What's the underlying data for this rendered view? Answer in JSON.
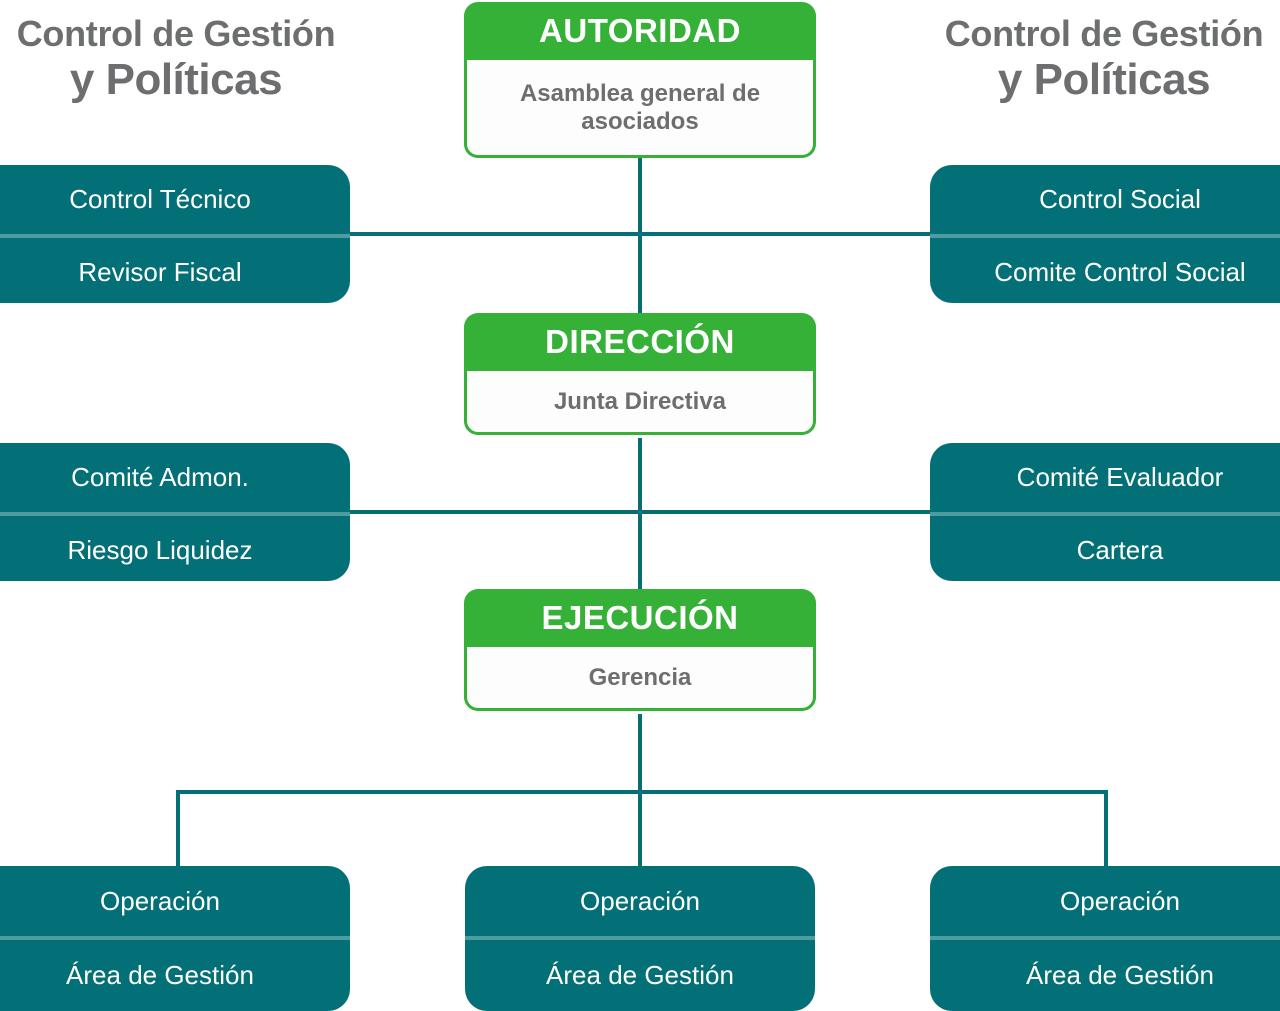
{
  "colors": {
    "green": "#35b137",
    "teal": "#036f76",
    "teal_divider": "#4e9ca2",
    "grey_text": "#6d6e70",
    "white": "#ffffff",
    "background": "#ffffff"
  },
  "headings": {
    "left": {
      "line1": "Control de Gestión",
      "line2": "y Políticas"
    },
    "right": {
      "line1": "Control de Gestión",
      "line2": "y Políticas"
    }
  },
  "levels": [
    {
      "id": "autoridad",
      "title": "AUTORIDAD",
      "subtitle": "Asamblea general de asociados"
    },
    {
      "id": "direccion",
      "title": "DIRECCIÓN",
      "subtitle": "Junta Directiva"
    },
    {
      "id": "ejecucion",
      "title": "EJECUCIÓN",
      "subtitle": "Gerencia"
    }
  ],
  "side_boxes": {
    "row1_left": {
      "top": "Control Técnico",
      "bottom": "Revisor Fiscal"
    },
    "row1_right": {
      "top": "Control Social",
      "bottom": "Comite Control Social"
    },
    "row2_left": {
      "top": "Comité Admon.",
      "bottom": "Riesgo Liquidez"
    },
    "row2_right": {
      "top": "Comité Evaluador",
      "bottom": "Cartera"
    }
  },
  "operations": [
    {
      "top": "Operación",
      "bottom": "Área de Gestión"
    },
    {
      "top": "Operación",
      "bottom": "Área de Gestión"
    },
    {
      "top": "Operación",
      "bottom": "Área de Gestión"
    }
  ]
}
